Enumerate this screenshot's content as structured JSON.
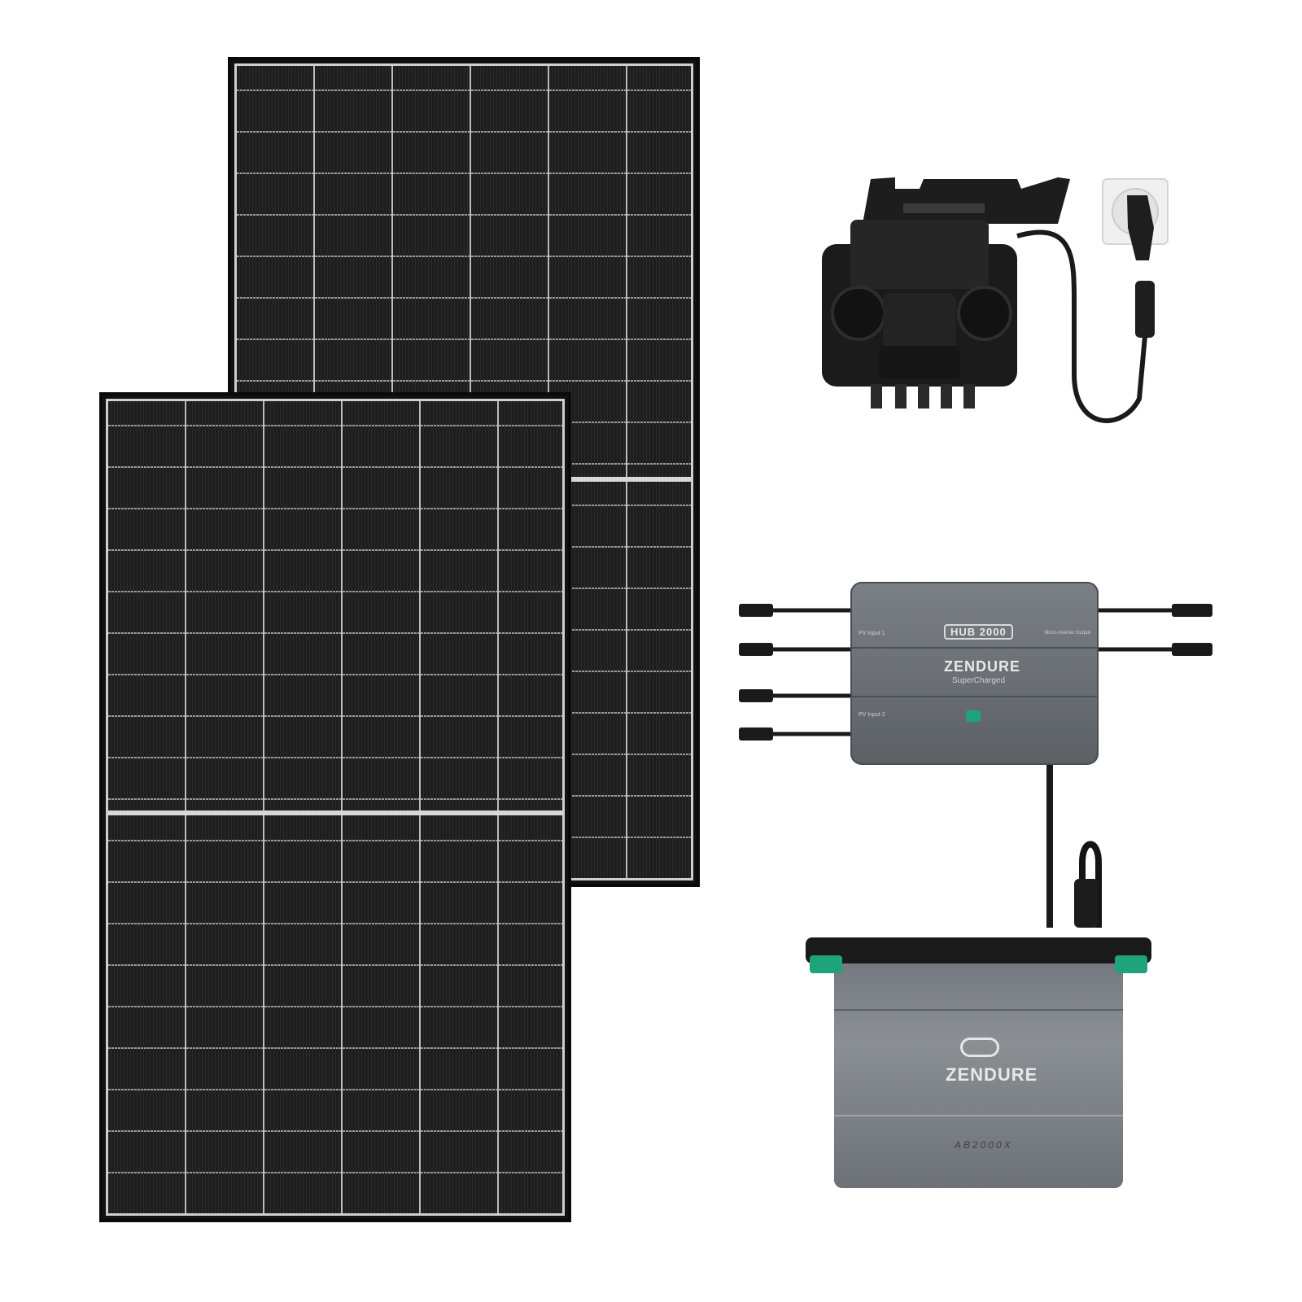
{
  "hub": {
    "model_badge": "HUB 2000",
    "brand": "ZENDURE",
    "tagline": "SuperCharged",
    "pv_input_1": "PV Input 1",
    "pv_input_2": "PV Input 2",
    "micro_output": "Micro-Inverter Output"
  },
  "battery": {
    "brand": "ZENDURE",
    "model": "AB2000X"
  },
  "colors": {
    "panel_dark": "#111111",
    "frame_silver": "#cfcfcf",
    "hub_grey": "#6b7076",
    "battery_grey": "#767b80",
    "accent_green": "#1fa37a",
    "cable_black": "#1a1a1a"
  }
}
